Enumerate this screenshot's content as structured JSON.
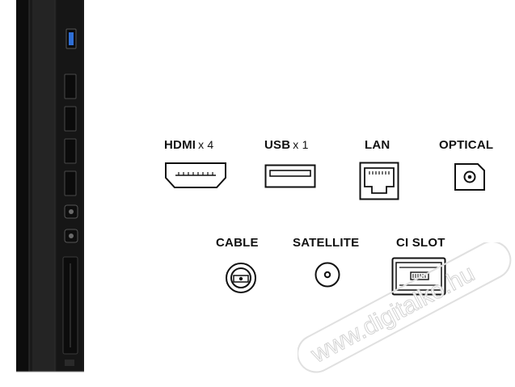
{
  "tv_side": {
    "ports": [
      {
        "icon": "usb-port-blue-icon"
      },
      {
        "icon": "hdmi-port-icon"
      },
      {
        "icon": "hdmi-port-icon"
      },
      {
        "icon": "hdmi-port-icon"
      },
      {
        "icon": "hdmi-port-icon"
      },
      {
        "icon": "coax-port-icon"
      },
      {
        "icon": "coax-port-icon"
      },
      {
        "icon": "ci-slot-icon"
      }
    ]
  },
  "connectors": {
    "hdmi": {
      "name": "HDMI",
      "count": "x 4",
      "icon": "hdmi-icon"
    },
    "usb": {
      "name": "USB",
      "count": "x 1",
      "icon": "usb-icon"
    },
    "lan": {
      "name": "LAN",
      "icon": "lan-icon"
    },
    "optical": {
      "name": "OPTICAL",
      "icon": "optical-icon"
    },
    "cable": {
      "name": "CABLE",
      "icon": "cable-icon"
    },
    "satellite": {
      "name": "SATELLITE",
      "icon": "satellite-icon"
    },
    "ci_slot": {
      "name": "CI SLOT",
      "icon": "ci-slot-icon"
    }
  },
  "watermark": {
    "text": "www.digitalko.hu"
  },
  "colors": {
    "panel": "#1b1b1b",
    "ink": "#111111",
    "accent_blue": "#2f6fd6"
  }
}
